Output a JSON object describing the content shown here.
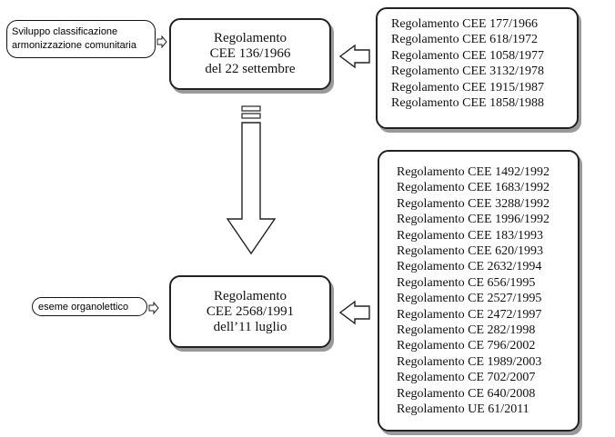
{
  "top_node": {
    "lines": [
      "Regolamento",
      "CEE 136/1966",
      "del 22 settembre"
    ]
  },
  "top_list": {
    "items": [
      "Regolamento CEE 177/1966",
      "Regolamento CEE 618/1972",
      "Regolamento CEE 1058/1977",
      "Regolamento CEE 3132/1978",
      "Regolamento CEE 1915/1987",
      "Regolamento CEE 1858/1988"
    ]
  },
  "top_note": {
    "lines": [
      "Sviluppo classificazione",
      "armonizzazione comunitaria"
    ]
  },
  "bottom_node": {
    "lines": [
      "Regolamento",
      "CEE 2568/1991",
      "dell’11 luglio"
    ]
  },
  "bottom_list": {
    "items": [
      "Regolamento CEE 1492/1992",
      "Regolamento CEE 1683/1992",
      "Regolamento CEE 3288/1992",
      "Regolamento CEE 1996/1992",
      "Regolamento CEE 183/1993",
      "Regolamento CEE 620/1993",
      "Regolamento CE 2632/1994",
      "Regolamento CE 656/1995",
      "Regolamento CE 2527/1995",
      "Regolamento CE 2472/1997",
      "Regolamento CE 282/1998",
      "Regolamento CE 796/2002",
      "Regolamento CE 1989/2003",
      "Regolamento CE 702/2007",
      "Regolamento CE 640/2008",
      "Regolamento UE 61/2011"
    ]
  },
  "bottom_note": {
    "text": "eseme organolettico"
  }
}
